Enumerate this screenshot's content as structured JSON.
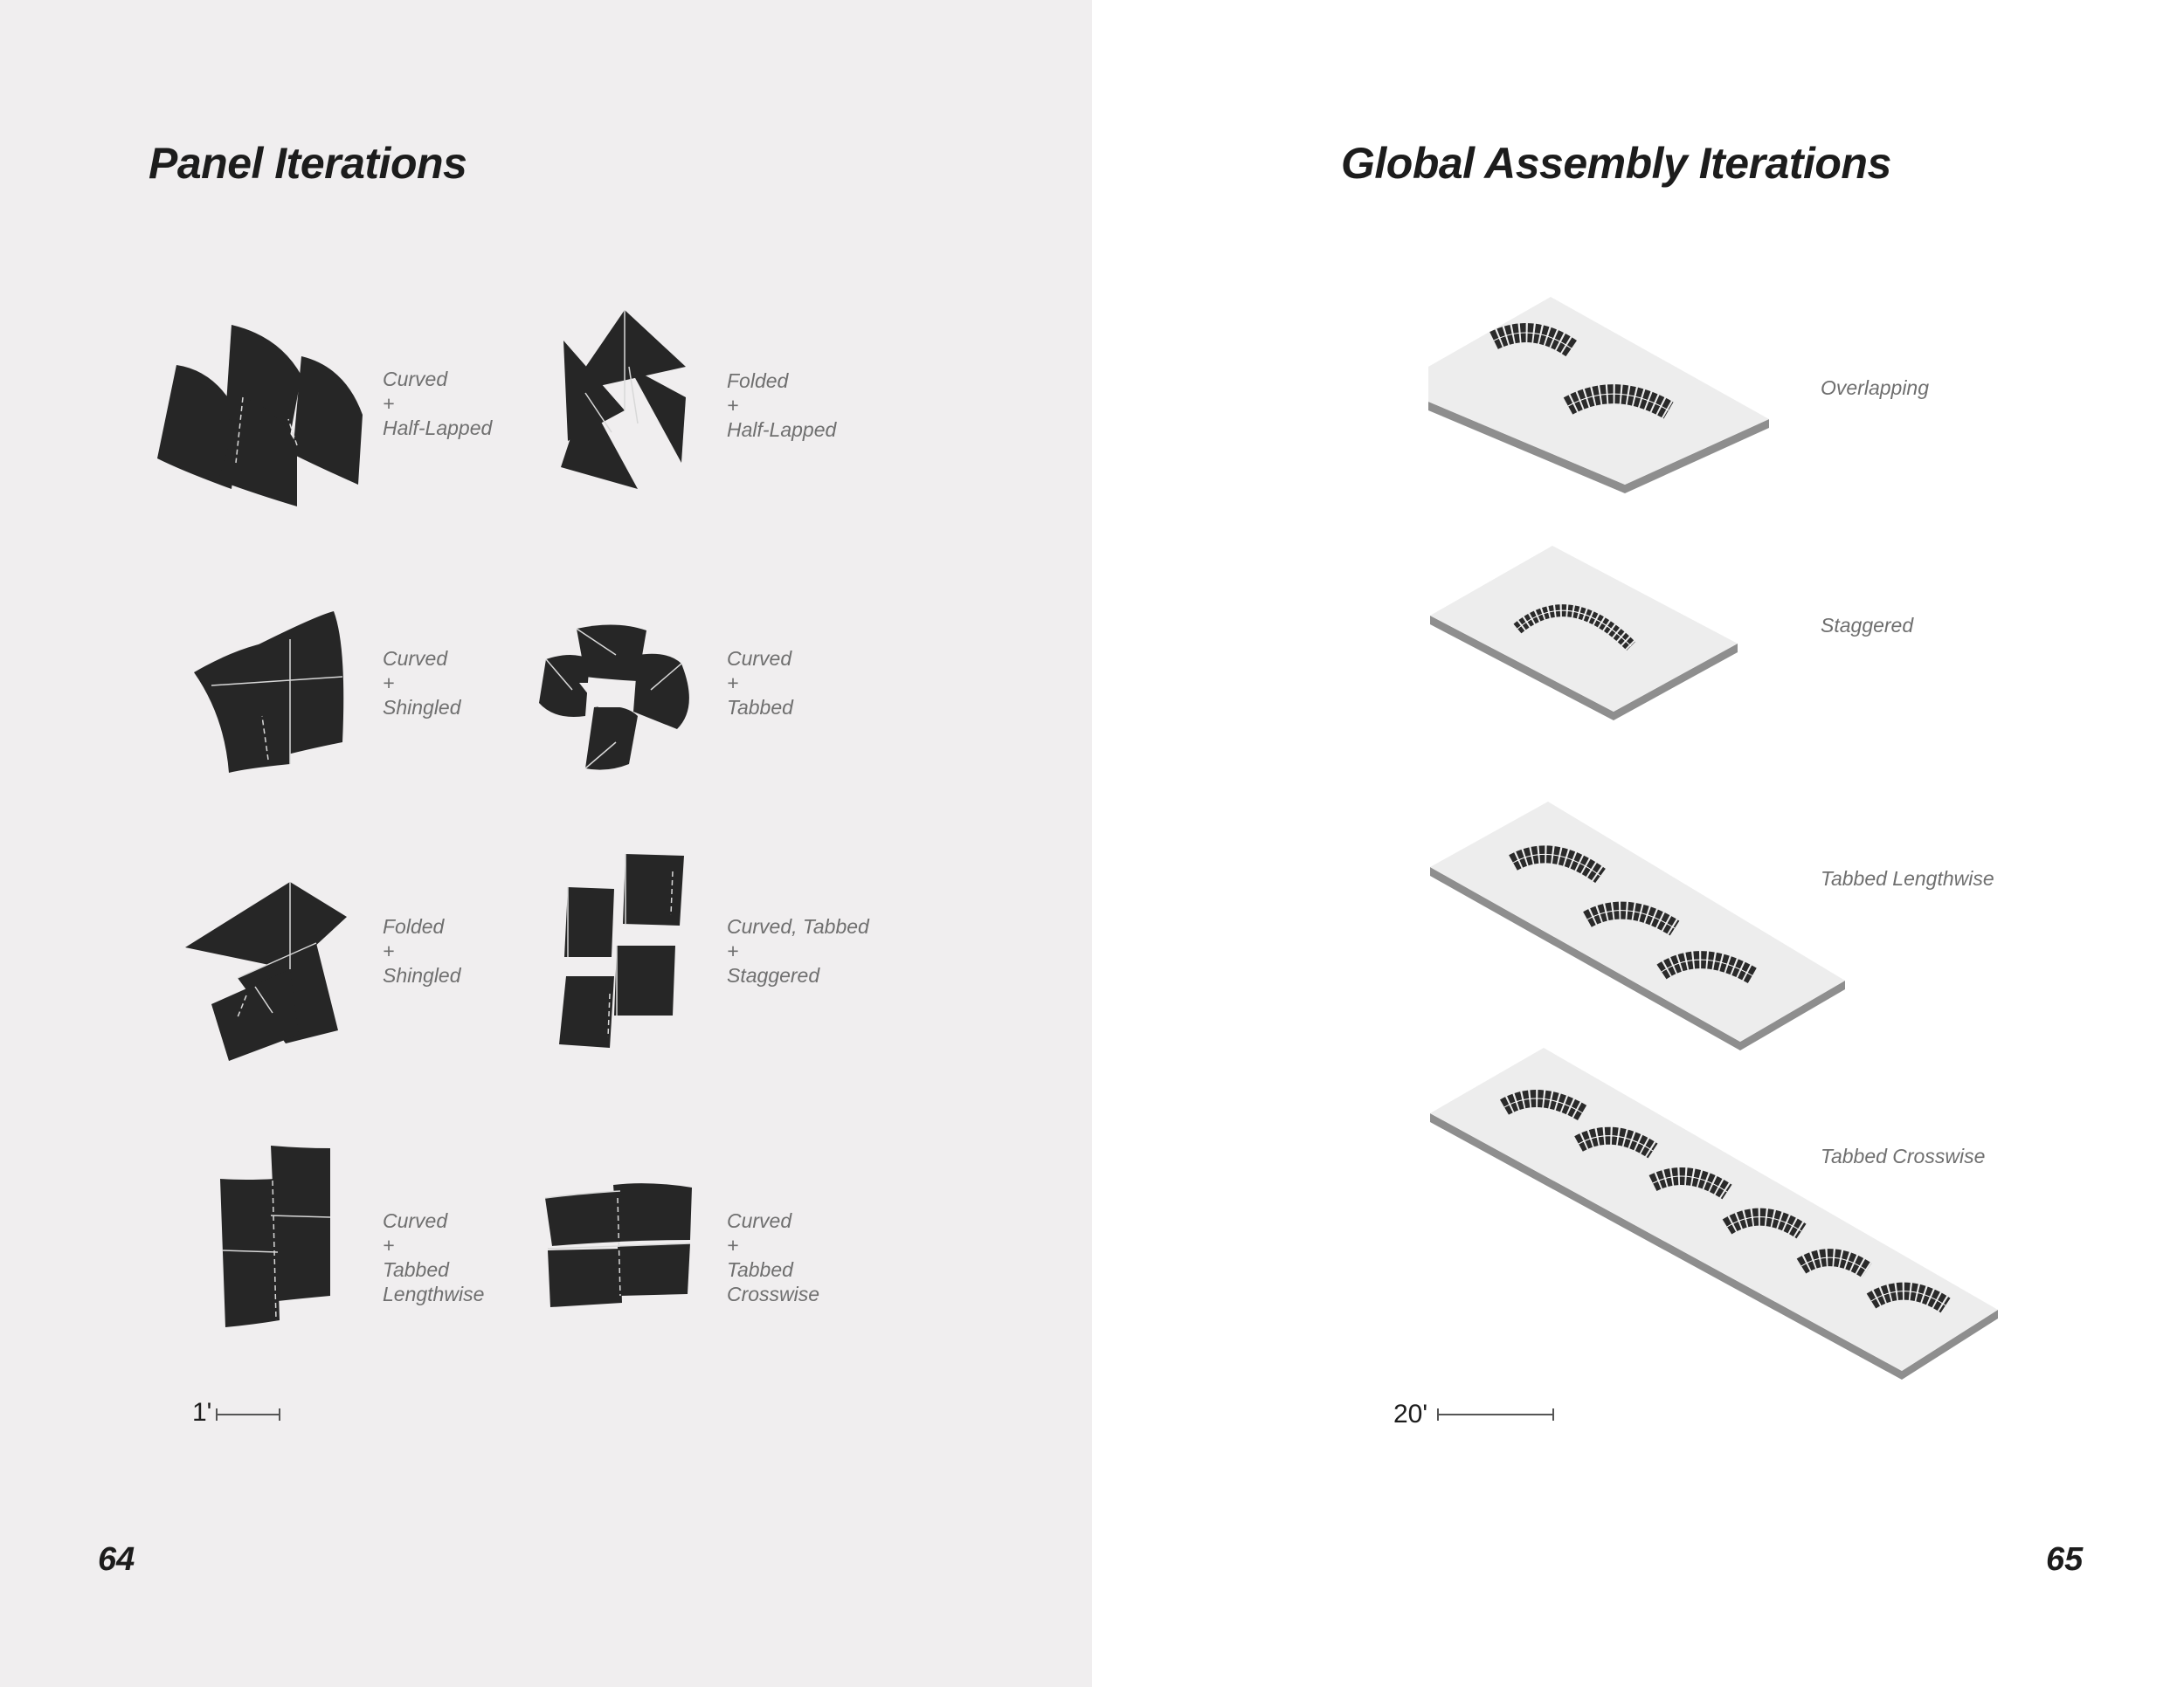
{
  "left_page": {
    "title": "Panel Iterations",
    "page_number": "64",
    "scale_label": "1'",
    "panels": [
      {
        "lines": [
          "Curved",
          "+",
          "Half-Lapped"
        ],
        "icon": "curved-half-lapped-panel-icon"
      },
      {
        "lines": [
          "Folded",
          "+",
          "Half-Lapped"
        ],
        "icon": "folded-half-lapped-panel-icon"
      },
      {
        "lines": [
          "Curved",
          "+",
          "Shingled"
        ],
        "icon": "curved-shingled-panel-icon"
      },
      {
        "lines": [
          "Curved",
          "+",
          "Tabbed"
        ],
        "icon": "curved-tabbed-panel-icon"
      },
      {
        "lines": [
          "Folded",
          "+",
          "Shingled"
        ],
        "icon": "folded-shingled-panel-icon"
      },
      {
        "lines": [
          "Curved, Tabbed",
          "+",
          "Staggered"
        ],
        "icon": "curved-tabbed-staggered-panel-icon"
      },
      {
        "lines": [
          "Curved",
          "+",
          "Tabbed",
          "Lengthwise"
        ],
        "icon": "curved-tabbed-lengthwise-panel-icon"
      },
      {
        "lines": [
          "Curved",
          "+",
          "Tabbed",
          "Crosswise"
        ],
        "icon": "curved-tabbed-crosswise-panel-icon"
      }
    ]
  },
  "right_page": {
    "title": "Global Assembly Iterations",
    "page_number": "65",
    "scale_label": "20'",
    "assemblies": [
      {
        "label": "Overlapping",
        "arches": 2,
        "icon": "overlapping-assembly-icon"
      },
      {
        "label": "Staggered",
        "arches": 1,
        "icon": "staggered-assembly-icon"
      },
      {
        "label": "Tabbed Lengthwise",
        "arches": 3,
        "icon": "tabbed-lengthwise-assembly-icon"
      },
      {
        "label": "Tabbed Crosswise",
        "arches": 6,
        "icon": "tabbed-crosswise-assembly-icon"
      }
    ]
  },
  "colors": {
    "left_background": "#f0eeef",
    "right_background": "#ffffff",
    "panel_fill": "#262626",
    "slab_top": "#ededed",
    "slab_side": "#8e8e8e",
    "text_dark": "#1c1c1c",
    "text_caption": "#6f6f6f"
  }
}
